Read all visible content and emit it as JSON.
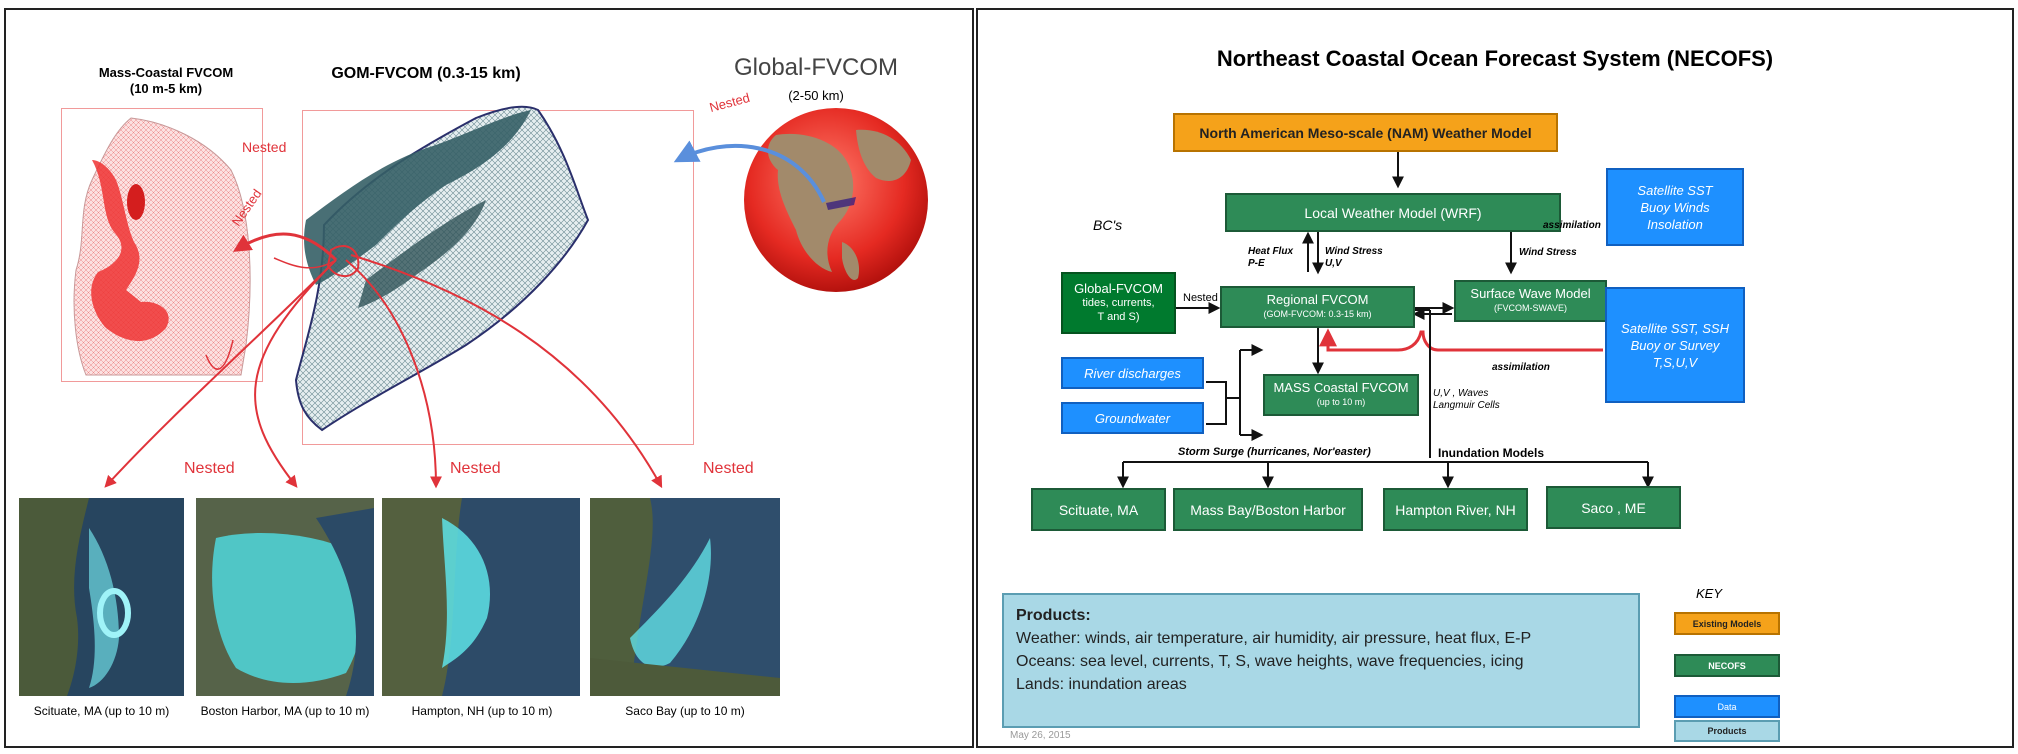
{
  "left": {
    "mass_title": "Mass-Coastal FVCOM",
    "mass_range": "(10 m-5 km)",
    "gom_title": "GOM-FVCOM (0.3-15 km)",
    "global_title": "Global-FVCOM",
    "global_range": "(2-50 km)",
    "nested": "Nested",
    "thumbs": [
      {
        "caption": "Scituate, MA (up to 10 m)"
      },
      {
        "caption": "Boston Harbor, MA (up to 10 m)"
      },
      {
        "caption": "Hampton, NH (up  to 10 m)"
      },
      {
        "caption": "Saco Bay  (up  to 10 m)"
      }
    ]
  },
  "right": {
    "title": "Northeast Coastal Ocean Forecast System (NECOFS)",
    "nam": "North American Meso-scale (NAM) Weather Model",
    "wrf": "Local Weather Model (WRF)",
    "sat1": [
      "Satellite SST",
      "Buoy Winds",
      "Insolation"
    ],
    "assimilation": "assimilation",
    "bcs": "BC's",
    "heat_flux": [
      "Heat Flux",
      "P-E"
    ],
    "wind_stress_uv": [
      "Wind Stress",
      "U,V"
    ],
    "wind_stress": "Wind Stress",
    "global": [
      "Global-FVCOM",
      "tides, currents,",
      "T and S)"
    ],
    "nested": "Nested",
    "regional": [
      "Regional FVCOM",
      "(GOM-FVCOM: 0.3-15 km)"
    ],
    "swave": [
      "Surface Wave Model",
      "(FVCOM-SWAVE)"
    ],
    "sat2": [
      "Satellite SST, SSH",
      "Buoy or Survey",
      "T,S,U,V"
    ],
    "river": "River discharges",
    "groundwater": "Groundwater",
    "mass": [
      "MASS Coastal FVCOM",
      "(up to 10 m)"
    ],
    "uv_waves": [
      "U,V ,  Waves",
      "Langmuir Cells"
    ],
    "storm_surge": "Storm Surge (hurricanes, Nor'easter)",
    "inundation": "Inundation Models",
    "sites": [
      "Scituate, MA",
      "Mass Bay/Boston Harbor",
      "Hampton River, NH",
      "Saco , ME"
    ],
    "products_title": "Products:",
    "products_lines": [
      "Weather: winds, air temperature, air humidity, air pressure, heat flux, E-P",
      "Oceans: sea level, currents, T, S, wave heights, wave frequencies, icing",
      "Lands: inundation areas"
    ],
    "key_title": "KEY",
    "key_items": [
      "Existing Models",
      "NECOFS",
      "Data",
      "Products"
    ],
    "date": "May 26, 2015"
  }
}
